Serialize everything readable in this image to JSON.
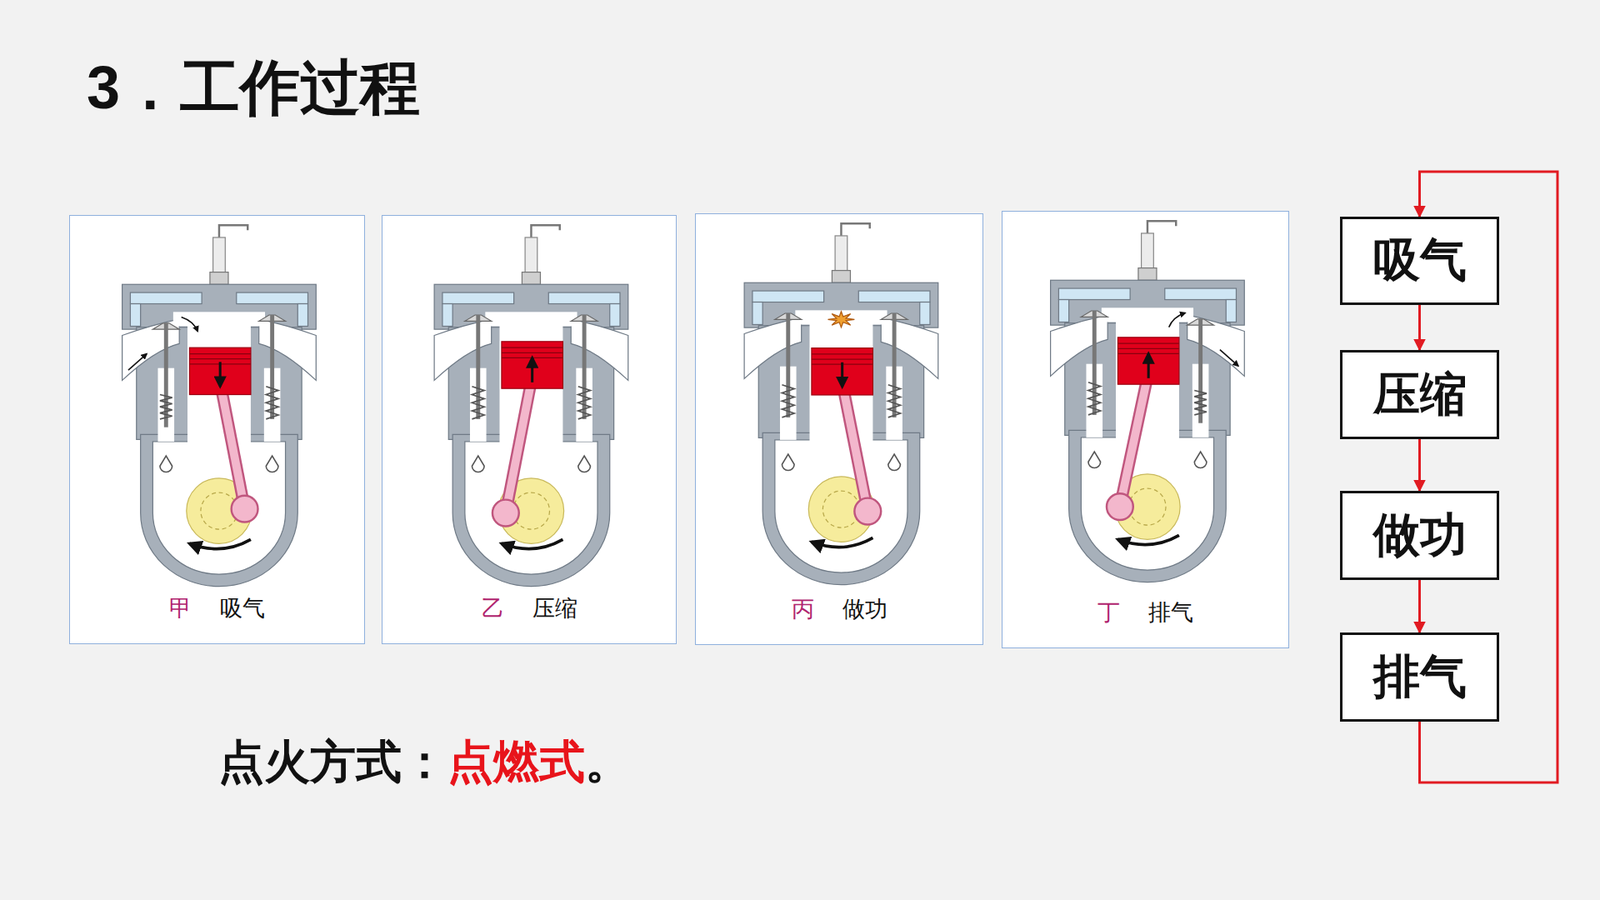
{
  "diagram": {
    "title": "3．工作过程",
    "nodes": [
      {
        "text": [
          "甲",
          "吸气"
        ]
      },
      {
        "text": [
          "乙",
          "压缩"
        ]
      },
      {
        "text": [
          "丙",
          "做功"
        ]
      },
      {
        "text": [
          "丁",
          "排气"
        ]
      },
      {
        "text": [
          "吸气"
        ]
      },
      {
        "text": [
          "压缩"
        ]
      },
      {
        "text": [
          "做功"
        ]
      },
      {
        "text": [
          "排气"
        ]
      }
    ],
    "edges": [
      {
        "from": 4,
        "to": 5,
        "arrow": "to"
      },
      {
        "from": 5,
        "to": 6,
        "arrow": "to"
      },
      {
        "from": 6,
        "to": 7,
        "arrow": "to"
      },
      {
        "from": 7,
        "to": 4,
        "arrow": "to"
      }
    ],
    "labels": [
      "点火方式：",
      "点燃式",
      "。"
    ]
  }
}
